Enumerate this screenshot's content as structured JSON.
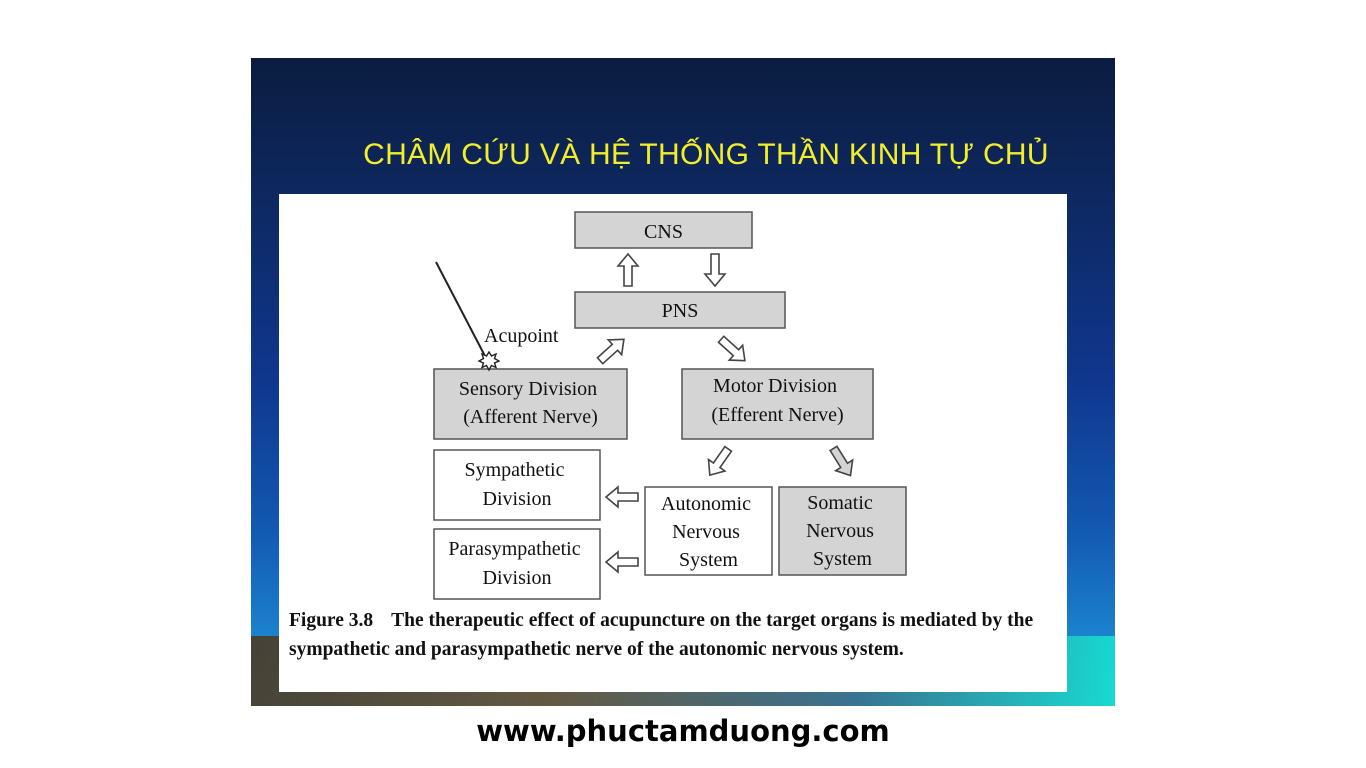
{
  "slide": {
    "title": "CHÂM CỨU VÀ HỆ THỐNG THẦN KINH TỰ CHỦ"
  },
  "diagram": {
    "nodes": {
      "cns": [
        "CNS"
      ],
      "pns": [
        "PNS"
      ],
      "sensory": [
        "Sensory Division",
        "(Afferent Nerve)"
      ],
      "motor": [
        "Motor Division",
        "(Efferent Nerve)"
      ],
      "sympathetic": [
        "Sympathetic",
        "Division"
      ],
      "parasympathetic": [
        "Parasympathetic",
        "Division"
      ],
      "autonomic": [
        "Autonomic",
        "Nervous",
        "System"
      ],
      "somatic": [
        "Somatic",
        "Nervous",
        "System"
      ]
    },
    "acupoint_label": "Acupoint",
    "colors": {
      "shaded_box": "#d4d4d4",
      "plain_box": "#ffffff",
      "stroke": "#555555"
    }
  },
  "caption": {
    "figure_number": "Figure 3.8",
    "text": "The therapeutic effect of acupuncture on the target organs is mediated by the sympathetic and parasympathetic nerve of the autonomic nervous system."
  },
  "footer": {
    "website": "www.phuctamduong.com"
  }
}
